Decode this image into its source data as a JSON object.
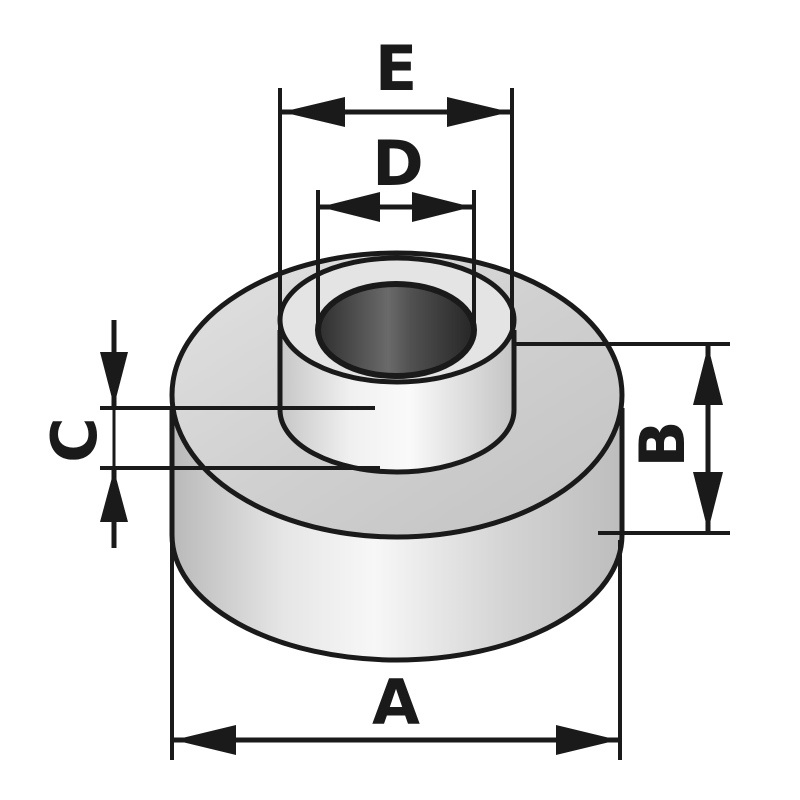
{
  "dimensions": {
    "a": "A",
    "b": "B",
    "c": "C",
    "d": "D",
    "e": "E"
  },
  "colors": {
    "outline": "#1a1a1a",
    "face_light": "#f2f2f2",
    "face_mid": "#d4d4d4",
    "face_dark": "#a9a9a9",
    "bore_dark": "#3a3a3a"
  }
}
